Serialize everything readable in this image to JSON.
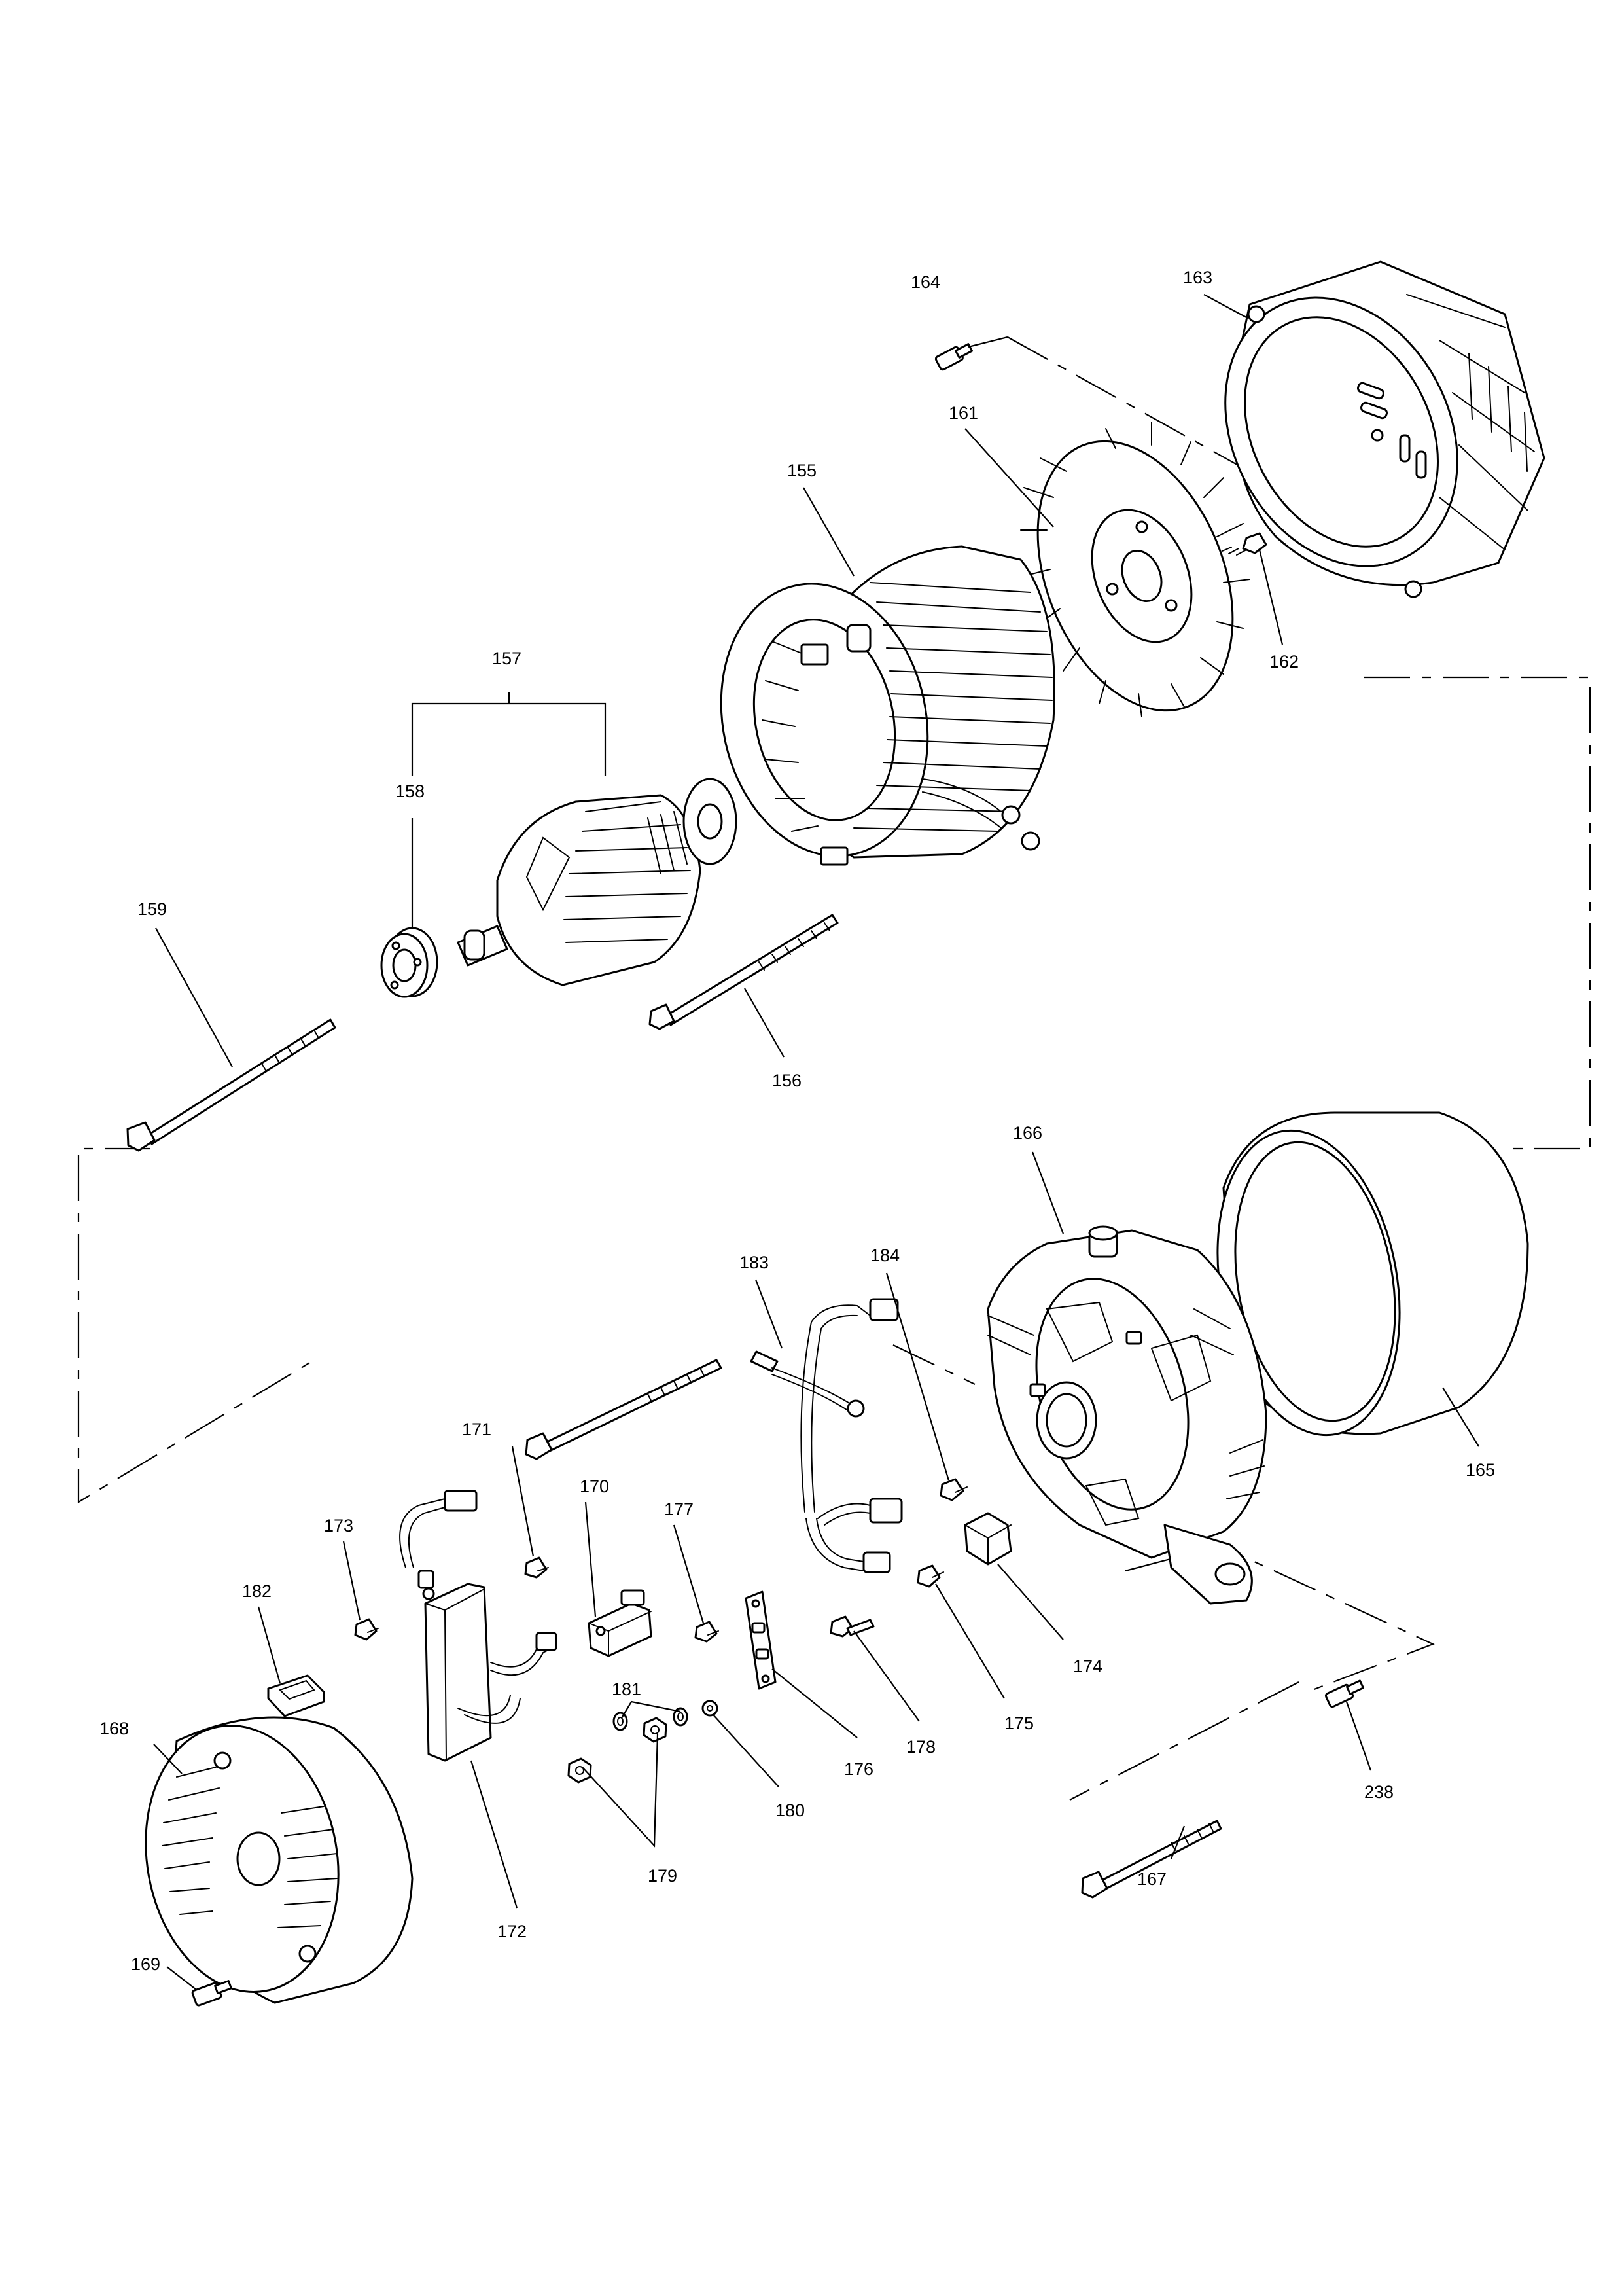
{
  "colors": {
    "line": "#000000",
    "background": "#ffffff"
  },
  "callouts": {
    "p155": "155",
    "p156": "156",
    "p157": "157",
    "p158": "158",
    "p159": "159",
    "p161": "161",
    "p162": "162",
    "p163": "163",
    "p164": "164",
    "p165": "165",
    "p166": "166",
    "p167": "167",
    "p168": "168",
    "p169": "169",
    "p170": "170",
    "p171": "171",
    "p172": "172",
    "p173": "173",
    "p174": "174",
    "p175": "175",
    "p176": "176",
    "p177": "177",
    "p178": "178",
    "p179": "179",
    "p180": "180",
    "p181": "181",
    "p182": "182",
    "p183": "183",
    "p184": "184",
    "p238": "238"
  }
}
